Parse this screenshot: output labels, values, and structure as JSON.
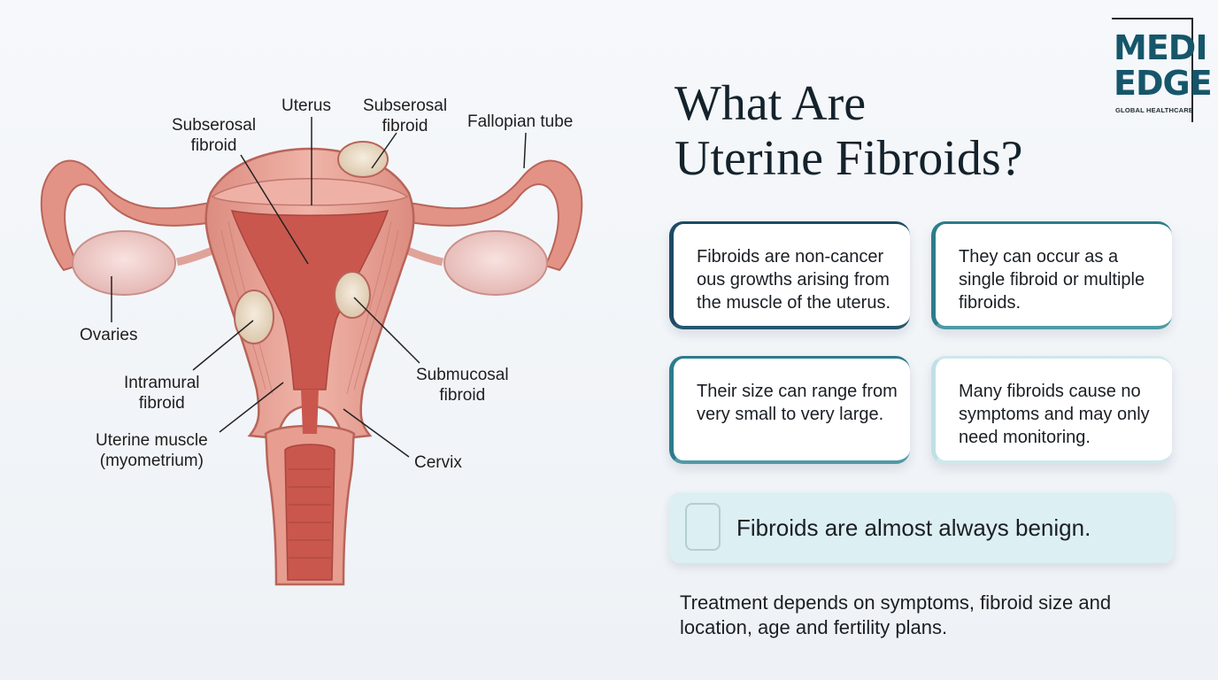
{
  "logo": {
    "line1": "MEDI",
    "line2": "EDGE",
    "tagline": "GLOBAL HEALTHCARE"
  },
  "title": {
    "line1": "What Are",
    "line2": "Uterine Fibroids?"
  },
  "cards": [
    {
      "text": "Fibroids are non-cancer ous growths arising from the muscle of the uterus."
    },
    {
      "text": "They can occur as a single fibroid or multiple fibroids."
    },
    {
      "text": "Their size can range from very small to very large."
    },
    {
      "text": "Many fibroids cause no symptoms and may only need monitoring."
    }
  ],
  "highlight": {
    "text": "Fibroids are almost always benign."
  },
  "footer": {
    "text": "Treatment depends on symptoms, fibroid size and location, age and fertility plans."
  },
  "diagram": {
    "labels": {
      "uterus": "Uterus",
      "subserosal_left": "Subserosal\nfibroid",
      "subserosal_top": "Subserosal\nfibroid",
      "fallopian_tube": "Fallopian tube",
      "ovaries": "Ovaries",
      "intramural": "Intramural\nfibroid",
      "uterine_muscle": "Uterine muscle\n(myometrium)",
      "submucosal": "Submucosal\nfibroid",
      "cervix": "Cervix"
    },
    "colors": {
      "tissue": "#e79d90",
      "tissue_dark": "#c96d62",
      "cavity": "#c9574d",
      "fibroid": "#efe2cf",
      "ovary": "#f1d3d0"
    }
  }
}
